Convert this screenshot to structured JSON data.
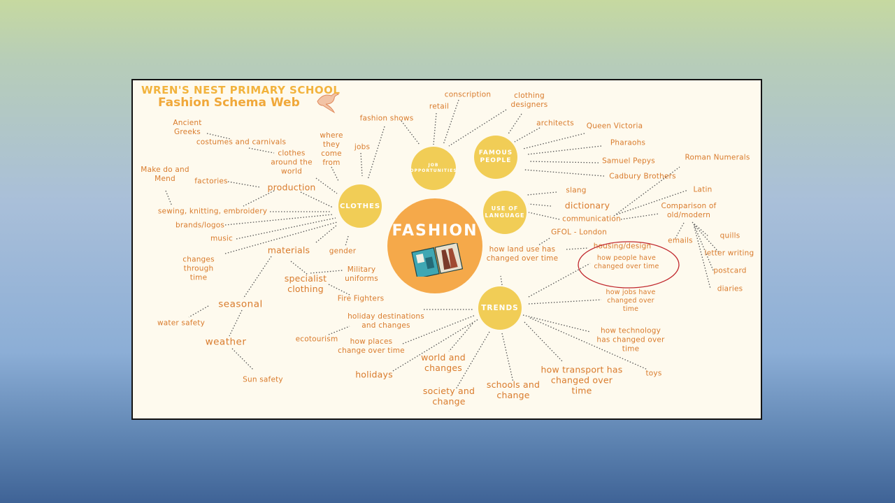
{
  "header": {
    "school_name": "WREN'S NEST PRIMARY SCHOOL",
    "title": "Fashion Schema Web"
  },
  "hubs": {
    "fashion": "FASHION",
    "clothes": "CLOTHES",
    "job": "JOB\nOPPORTUNITIES",
    "famous": "FAMOUS\nPEOPLE",
    "language": "USE OF\nLANGUAGE",
    "trends": "TRENDS"
  },
  "clothes": {
    "ancient_greeks": "Ancient\nGreeks",
    "costumes": "costumes and carnivals",
    "clothes_world": "clothes\naround the\nworld",
    "where_from": "where\nthey\ncome\nfrom",
    "jobs": "jobs",
    "fashion_shows": "fashion shows",
    "make_do": "Make do and\nMend",
    "factories": "factories",
    "production": "production",
    "sewing": "sewing, knitting, embroidery",
    "brands": "brands/logos",
    "music": "music",
    "changes": "changes\nthrough\ntime",
    "materials": "materials",
    "gender": "gender",
    "military": "Military\nuniforms",
    "specialist": "specialist\nclothing",
    "fire_fighters": "Fire Fighters",
    "seasonal": "seasonal",
    "water_safety": "water safety",
    "weather": "weather",
    "sun_safety": "Sun safety"
  },
  "jobs": {
    "conscription": "conscription",
    "retail": "retail",
    "clothing_designers": "clothing\ndesigners"
  },
  "famous": {
    "architects": "architects",
    "queen_victoria": "Queen Victoria",
    "pharaohs": "Pharaohs",
    "samuel_pepys": "Samuel Pepys",
    "cadbury": "Cadbury Brothers"
  },
  "language": {
    "slang": "slang",
    "dictionary": "dictionary",
    "communication": "communication",
    "roman_numerals": "Roman Numerals",
    "latin": "Latin",
    "comparison": "Comparison of\nold/modern",
    "emails": "emails",
    "quills": "quills",
    "letter_writing": "letter writing",
    "postcard": "postcard",
    "diaries": "diaries"
  },
  "trends": {
    "gfol": "GFOL - London",
    "land_use": "how land use has\nchanged over time",
    "housing": "housing/design",
    "people_changed": "how people have\nchanged over time",
    "jobs_changed": "how jobs have\nchanged over\ntime",
    "holiday_destinations": "holiday destinations\nand changes",
    "ecotourism": "ecotourism",
    "places_change": "how places\nchange over time",
    "technology": "how technology\nhas changed over\ntime",
    "world_changes": "world and\nchanges",
    "holidays": "holidays",
    "transport": "how transport has\nchanged over\ntime",
    "toys": "toys",
    "society": "society and\nchange",
    "schools": "schools and\nchange"
  },
  "colors": {
    "label": "#d97b2c",
    "hub": "#f1cd56",
    "center": "#f5a94a",
    "highlight": "#c0262c"
  }
}
